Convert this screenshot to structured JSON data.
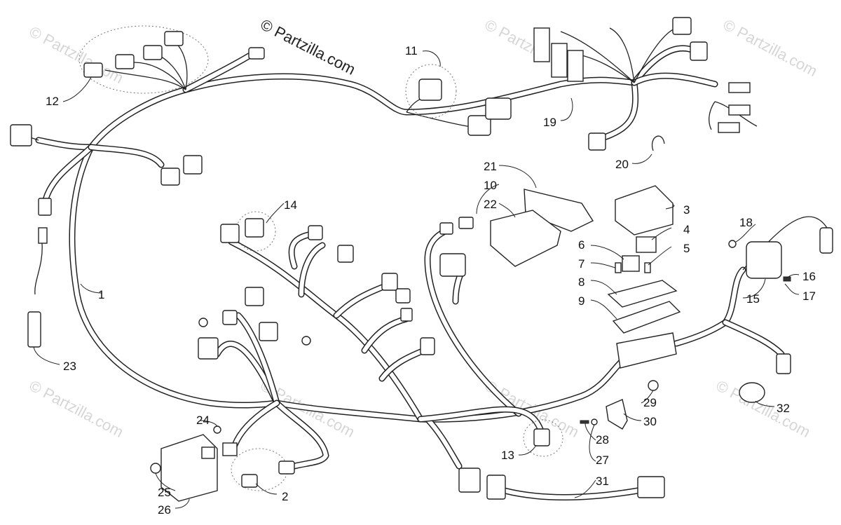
{
  "watermark": {
    "main": "© Partzilla.com",
    "faint": "© Partzilla.com"
  },
  "callouts": [
    {
      "id": "c1",
      "label": "1"
    },
    {
      "id": "c2",
      "label": "2"
    },
    {
      "id": "c3",
      "label": "3"
    },
    {
      "id": "c4",
      "label": "4"
    },
    {
      "id": "c5",
      "label": "5"
    },
    {
      "id": "c6",
      "label": "6"
    },
    {
      "id": "c7",
      "label": "7"
    },
    {
      "id": "c8",
      "label": "8"
    },
    {
      "id": "c9",
      "label": "9"
    },
    {
      "id": "c10",
      "label": "10"
    },
    {
      "id": "c11",
      "label": "11"
    },
    {
      "id": "c12",
      "label": "12"
    },
    {
      "id": "c13",
      "label": "13"
    },
    {
      "id": "c14",
      "label": "14"
    },
    {
      "id": "c15",
      "label": "15"
    },
    {
      "id": "c16",
      "label": "16"
    },
    {
      "id": "c17",
      "label": "17"
    },
    {
      "id": "c18",
      "label": "18"
    },
    {
      "id": "c19",
      "label": "19"
    },
    {
      "id": "c20",
      "label": "20"
    },
    {
      "id": "c21",
      "label": "21"
    },
    {
      "id": "c22",
      "label": "22"
    },
    {
      "id": "c23",
      "label": "23"
    },
    {
      "id": "c24",
      "label": "24"
    },
    {
      "id": "c25",
      "label": "25"
    },
    {
      "id": "c26",
      "label": "26"
    },
    {
      "id": "c27",
      "label": "27"
    },
    {
      "id": "c28",
      "label": "28"
    },
    {
      "id": "c29",
      "label": "29"
    },
    {
      "id": "c30",
      "label": "30"
    },
    {
      "id": "c31",
      "label": "31"
    },
    {
      "id": "c32",
      "label": "32"
    }
  ]
}
